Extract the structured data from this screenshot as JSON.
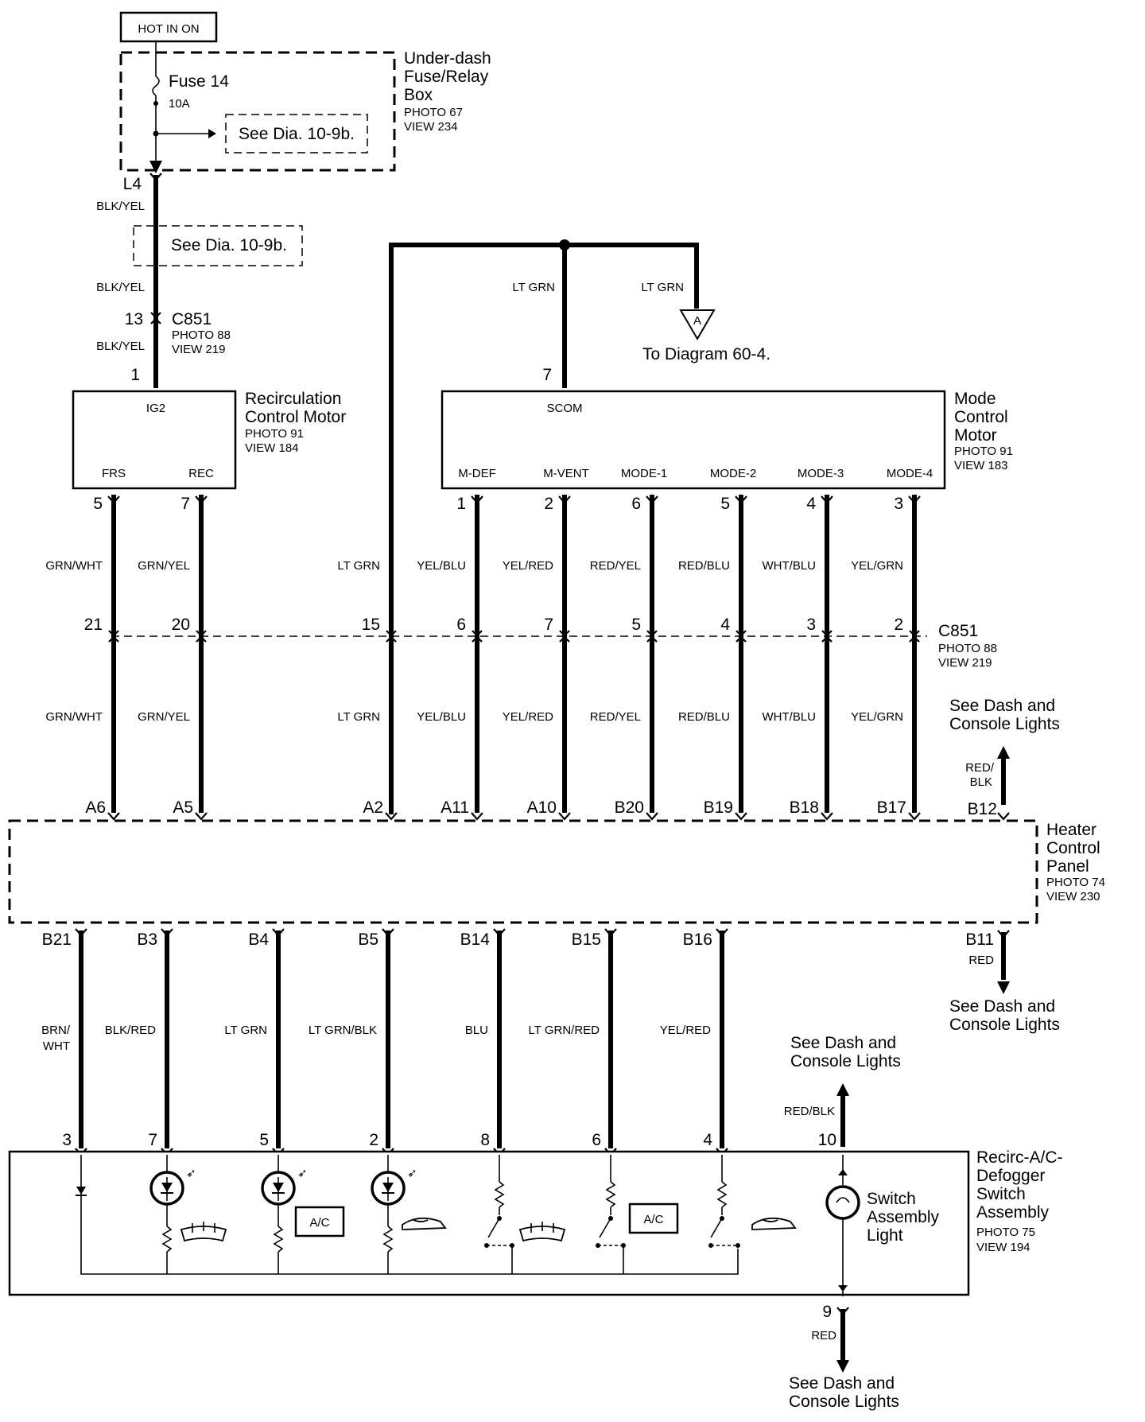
{
  "power": {
    "hot_label": "HOT IN ON",
    "fuse_name": "Fuse 14",
    "fuse_rating": "10A",
    "see_dia_top": "See Dia. 10-9b.",
    "box_name_1": "Under-dash",
    "box_name_2": "Fuse/Relay",
    "box_name_3": "Box",
    "box_photo": "PHOTO 67",
    "box_view": "VIEW 234",
    "terminal": "L4",
    "wire_1": "BLK/YEL",
    "see_dia_mid": "See Dia. 10-9b.",
    "wire_2": "BLK/YEL",
    "pin_c851": "13",
    "c851": "C851",
    "c851_photo": "PHOTO 88",
    "c851_view": "VIEW 219",
    "wire_3": "BLK/YEL",
    "pin_rcm": "1"
  },
  "recirc_motor": {
    "name_1": "Recirculation",
    "name_2": "Control Motor",
    "photo": "PHOTO 91",
    "view": "VIEW 184",
    "ig2": "IG2",
    "frs": "FRS",
    "rec": "REC"
  },
  "mode_motor": {
    "name_1": "Mode",
    "name_2": "Control",
    "name_3": "Motor",
    "photo": "PHOTO 91",
    "view": "VIEW 183",
    "scom": "SCOM",
    "scom_pin": "7",
    "terms": [
      "M-DEF",
      "M-VENT",
      "MODE-1",
      "MODE-2",
      "MODE-3",
      "MODE-4"
    ]
  },
  "top_bus": {
    "wire_left": "LT GRN",
    "wire_right": "LT GRN",
    "connector": "A",
    "to_diagram": "To Diagram 60-4."
  },
  "middle": {
    "c851": "C851",
    "c851_photo": "PHOTO 88",
    "c851_view": "VIEW 219",
    "columns": [
      {
        "top_pin": "5",
        "wire_top": "GRN/WHT",
        "c_pin": "21",
        "wire_bot": "GRN/WHT",
        "hcp_pin": "A6"
      },
      {
        "top_pin": "7",
        "wire_top": "GRN/YEL",
        "c_pin": "20",
        "wire_bot": "GRN/YEL",
        "hcp_pin": "A5"
      },
      {
        "top_pin": "",
        "wire_top": "LT GRN",
        "c_pin": "15",
        "wire_bot": "LT GRN",
        "hcp_pin": "A2"
      },
      {
        "top_pin": "1",
        "wire_top": "YEL/BLU",
        "c_pin": "6",
        "wire_bot": "YEL/BLU",
        "hcp_pin": "A11"
      },
      {
        "top_pin": "2",
        "wire_top": "YEL/RED",
        "c_pin": "7",
        "wire_bot": "YEL/RED",
        "hcp_pin": "A10"
      },
      {
        "top_pin": "6",
        "wire_top": "RED/YEL",
        "c_pin": "5",
        "wire_bot": "RED/YEL",
        "hcp_pin": "B20"
      },
      {
        "top_pin": "5",
        "wire_top": "RED/BLU",
        "c_pin": "4",
        "wire_bot": "RED/BLU",
        "hcp_pin": "B19"
      },
      {
        "top_pin": "4",
        "wire_top": "WHT/BLU",
        "c_pin": "3",
        "wire_bot": "WHT/BLU",
        "hcp_pin": "B18"
      },
      {
        "top_pin": "3",
        "wire_top": "YEL/GRN",
        "c_pin": "2",
        "wire_bot": "YEL/GRN",
        "hcp_pin": "B17"
      }
    ]
  },
  "heater_panel": {
    "name_1": "Heater",
    "name_2": "Control",
    "name_3": "Panel",
    "photo": "PHOTO 74",
    "view": "VIEW 230",
    "b12": "B12",
    "b12_wire_1": "RED/",
    "b12_wire_2": "BLK",
    "b12_see_1": "See Dash and",
    "b12_see_2": "Console Lights",
    "b11": "B11",
    "b11_wire": "RED",
    "b11_see_1": "See Dash and",
    "b11_see_2": "Console Lights"
  },
  "lower": {
    "columns": [
      {
        "hcp_pin": "B21",
        "wire": "BRN/",
        "wire_2": "WHT",
        "sw_pin": "3"
      },
      {
        "hcp_pin": "B3",
        "wire": "BLK/RED",
        "wire_2": "",
        "sw_pin": "7"
      },
      {
        "hcp_pin": "B4",
        "wire": "LT GRN",
        "wire_2": "",
        "sw_pin": "5"
      },
      {
        "hcp_pin": "B5",
        "wire": "LT GRN/BLK",
        "wire_2": "",
        "sw_pin": "2"
      },
      {
        "hcp_pin": "B14",
        "wire": "BLU",
        "wire_2": "",
        "sw_pin": "8"
      },
      {
        "hcp_pin": "B15",
        "wire": "LT GRN/RED",
        "wire_2": "",
        "sw_pin": "6"
      },
      {
        "hcp_pin": "B16",
        "wire": "YEL/RED",
        "wire_2": "",
        "sw_pin": "4"
      }
    ],
    "p10_see_1": "See Dash and",
    "p10_see_2": "Console Lights",
    "p10_wire": "RED/BLK",
    "p10": "10",
    "p9": "9",
    "p9_wire": "RED",
    "p9_see_1": "See Dash and",
    "p9_see_2": "Console Lights"
  },
  "switch_assembly": {
    "name_1": "Recirc-A/C-",
    "name_2": "Defogger",
    "name_3": "Switch",
    "name_4": "Assembly",
    "photo": "PHOTO 75",
    "view": "VIEW 194",
    "light_1": "Switch",
    "light_2": "Assembly",
    "light_3": "Light",
    "ac_1": "A/C",
    "ac_2": "A/C"
  }
}
